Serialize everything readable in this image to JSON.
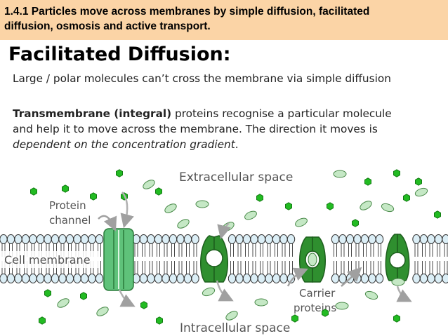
{
  "header": {
    "line1": "1.4.1 Particles move across membranes by simple diffusion, facilitated",
    "line2": "diffusion, osmosis and active transport."
  },
  "slide": {
    "title": "Facilitated Diffusion:",
    "para1": "Large / polar molecules can’t cross the membrane via simple diffusion",
    "para2_bold": "Transmembrane (integral)",
    "para2_line1_rest": " proteins recognise a particular molecule",
    "para2_line2": "and help it to move across the membrane. The direction it moves is",
    "para2_line3_italic": "dependent on the concentration gradient",
    "para2_line3_end": "."
  },
  "diagram": {
    "extracellular_label": "Extracellular space",
    "intracellular_label": "Intracellular space",
    "protein_channel_label_1": "Protein",
    "protein_channel_label_2": "channel",
    "cell_membrane_label": "Cell membrane",
    "carrier_label_1": "Carrier",
    "carrier_label_2": "proteins",
    "colors": {
      "header_band": "#fbd4a6",
      "channel_green": "#5fc27a",
      "carrier_green": "#2f8f2f",
      "lipid_blue": "#dbeef6",
      "molecule_hexagon": "#22bb22",
      "molecule_oval": "#c5e8c5"
    }
  }
}
